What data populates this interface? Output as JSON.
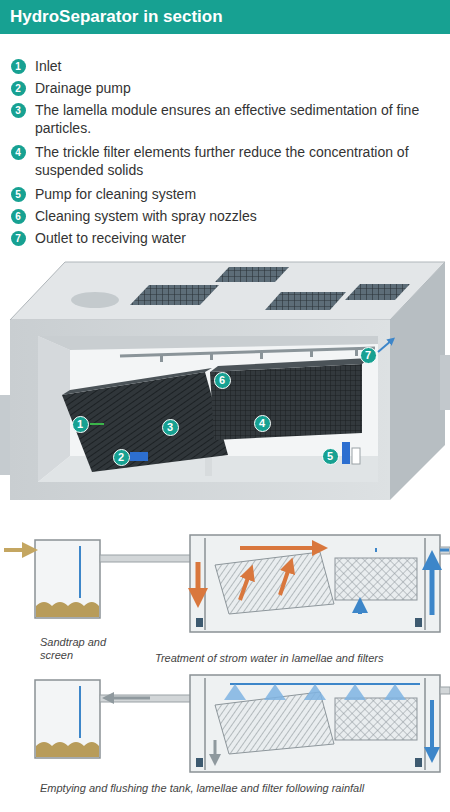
{
  "diagram": {
    "title": "HydroSeparator in section",
    "nodes": [
      {
        "text": [
          "1"
        ]
      },
      {
        "text": [
          "2"
        ]
      },
      {
        "text": [
          "3"
        ]
      },
      {
        "text": [
          "4"
        ]
      },
      {
        "text": [
          "5"
        ]
      },
      {
        "text": [
          "6"
        ]
      },
      {
        "text": [
          "7"
        ]
      },
      {
        "text": [
          "1"
        ]
      },
      {
        "text": [
          "2"
        ]
      },
      {
        "text": [
          "3"
        ]
      },
      {
        "text": [
          "4"
        ]
      },
      {
        "text": [
          "5"
        ]
      },
      {
        "text": [
          "6"
        ]
      },
      {
        "text": [
          "7"
        ]
      }
    ],
    "labels": [
      "Inlet",
      "Drainage pump",
      "The lamella module ensures an effective sedimentation of fine particles.",
      "The trickle filter elements further reduce the concentration of suspended solids",
      "Pump for cleaning system",
      "Cleaning system with spray nozzles",
      "Outlet to receiving water",
      "Sandtrap and screen",
      "Treatment of strom water in lamellae and filters",
      "Emptying and flushing the tank, lamellae and filter following rainfall"
    ]
  }
}
